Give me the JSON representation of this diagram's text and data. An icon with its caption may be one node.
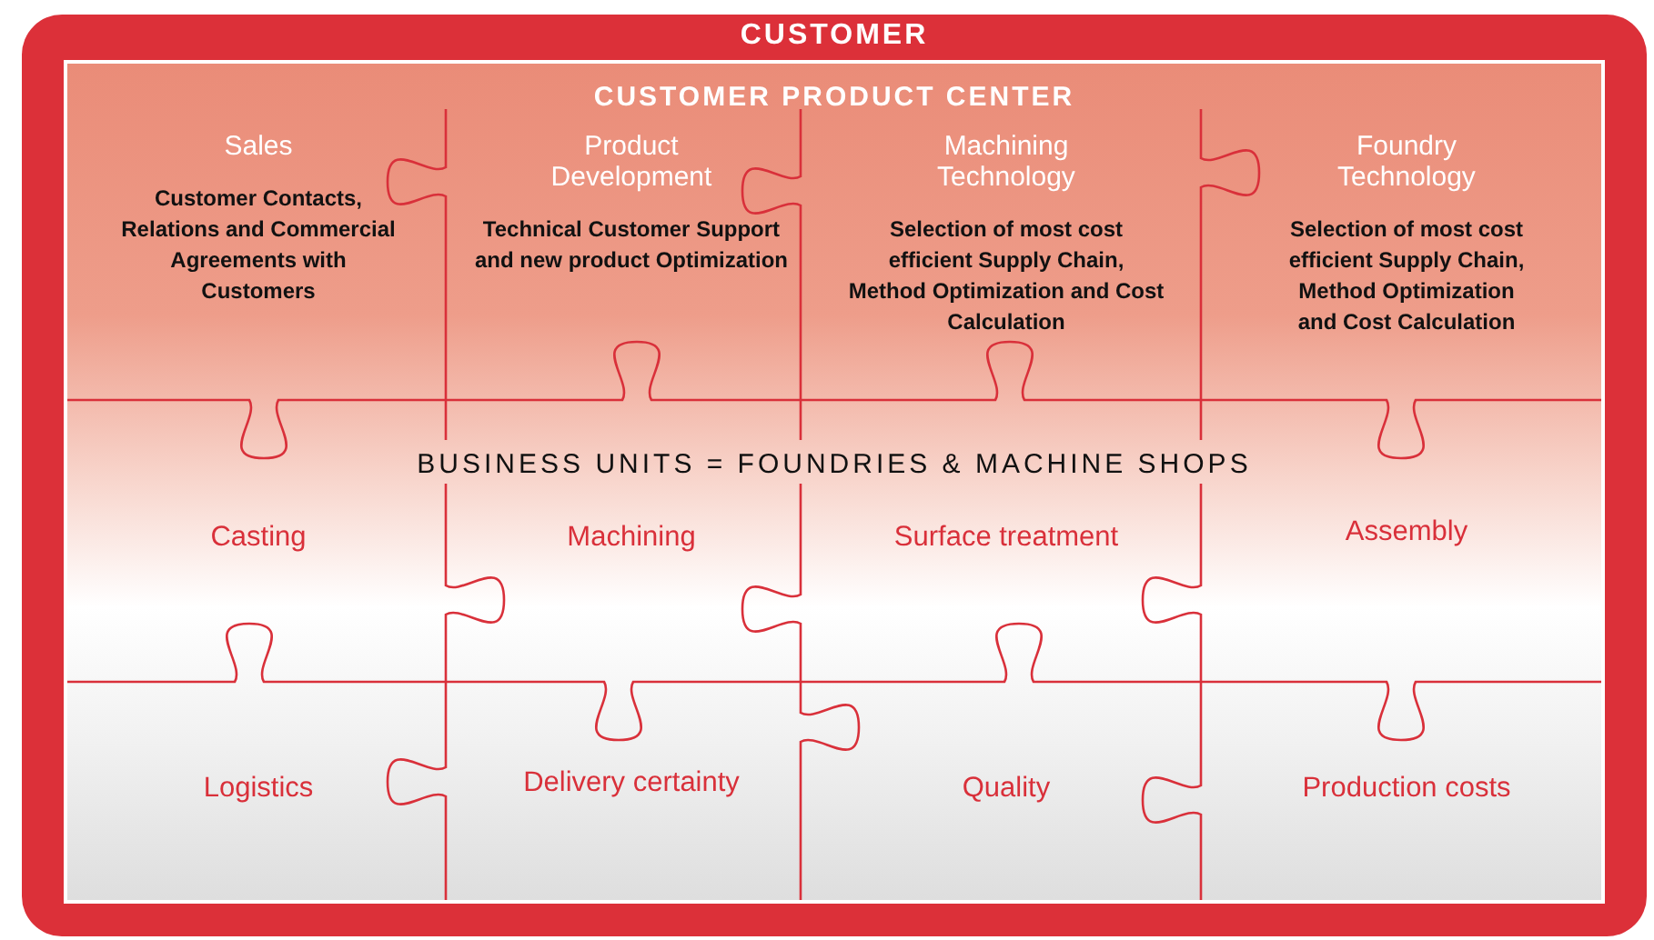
{
  "diagram": {
    "nodes": [
      {
        "text": [
          "CUSTOMER"
        ]
      },
      {
        "text": [
          "CUSTOMER PRODUCT CENTER"
        ],
        "in": 0
      },
      {
        "text": [
          "Sales",
          "Customer Contacts, Relations and Commercial Agreements with Customers"
        ],
        "in": 1
      },
      {
        "text": [
          "Product Development",
          "Technical Customer Support and new product Optimization"
        ],
        "in": 1
      },
      {
        "text": [
          "Machining Technology",
          "Selection of most cost efficient Supply Chain, Method Optimization and Cost Calculation"
        ],
        "in": 1
      },
      {
        "text": [
          "Foundry Technology",
          "Selection of most cost efficient Supply Chain, Method Optimization and Cost Calculation"
        ],
        "in": 1
      },
      {
        "text": [
          "Casting"
        ],
        "in": 1
      },
      {
        "text": [
          "Machining"
        ],
        "in": 1
      },
      {
        "text": [
          "Surface treatment"
        ],
        "in": 1
      },
      {
        "text": [
          "Assembly"
        ],
        "in": 1
      },
      {
        "text": [
          "Logistics"
        ],
        "in": 1
      },
      {
        "text": [
          "Delivery certainty"
        ],
        "in": 1
      },
      {
        "text": [
          "Quality"
        ],
        "in": 1
      },
      {
        "text": [
          "Production costs"
        ],
        "in": 1
      }
    ],
    "edges": [],
    "labels": [
      "BUSINESS UNITS = FOUNDRIES & MACHINE SHOPS"
    ]
  }
}
